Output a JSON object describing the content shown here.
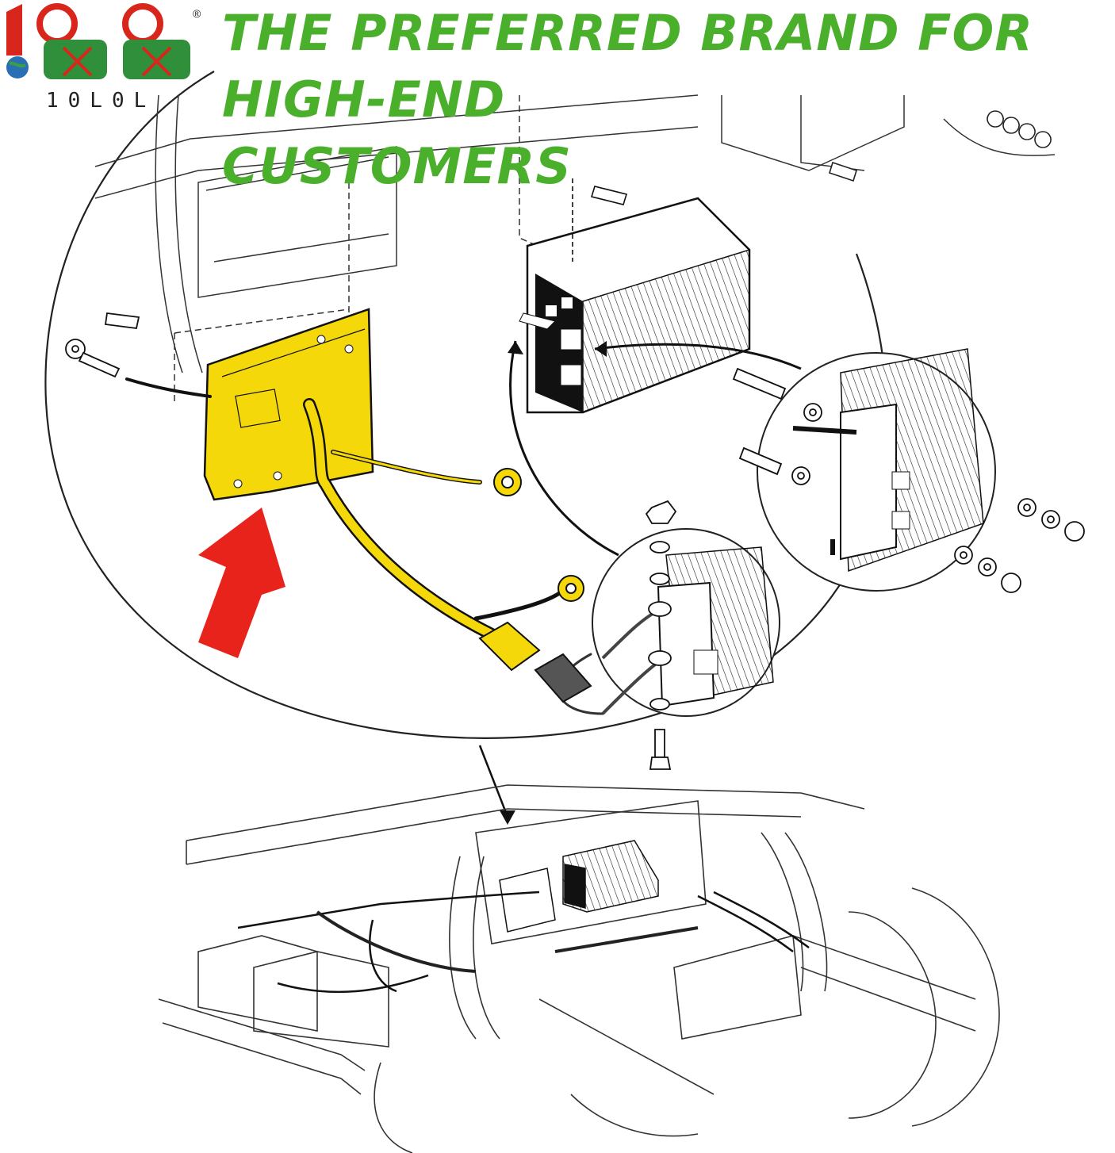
{
  "brand": {
    "logo_wordmark": "10L0L",
    "registered_mark": "®",
    "logo_colors": {
      "red": "#d9261c",
      "green": "#2f8f3a",
      "globe": "#2a6fb5"
    }
  },
  "headline": {
    "line1": "THE PREFERRED BRAND FOR HIGH-END",
    "line2": "CUSTOMERS",
    "color": "#4aaf2b"
  },
  "diagram": {
    "highlight_color": "#f5d80a",
    "arrow_color": "#e8231c",
    "parts": [
      "mounting-plate",
      "controller",
      "wire-harness",
      "connector",
      "ring-terminals",
      "bolts",
      "washers",
      "nuts",
      "golf-cart-chassis"
    ]
  }
}
